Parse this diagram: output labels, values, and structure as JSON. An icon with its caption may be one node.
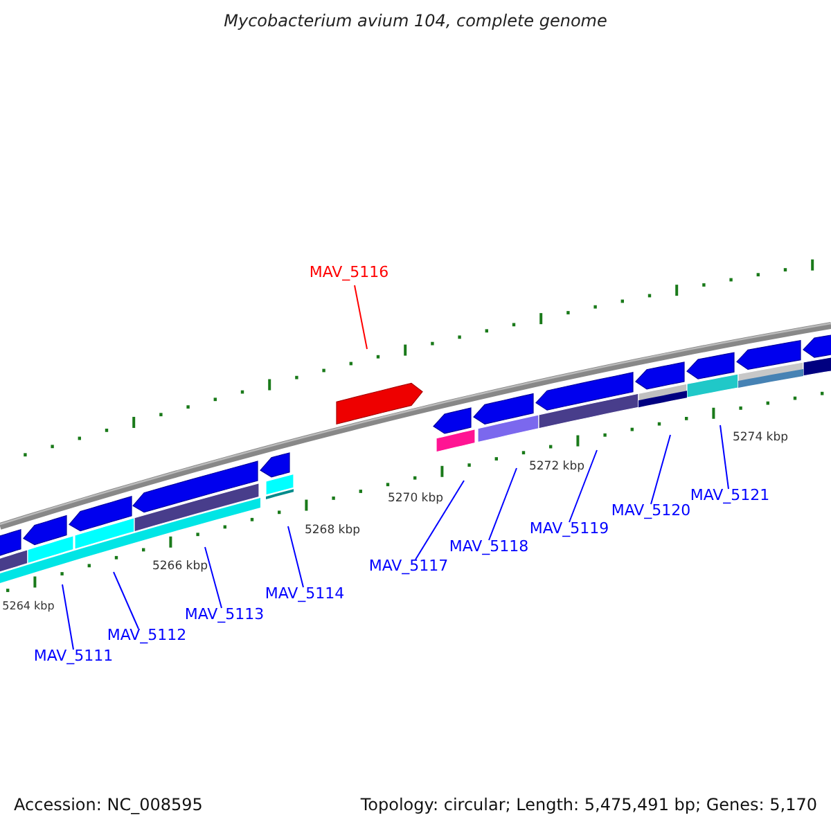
{
  "diagram": {
    "title": "Mycobacterium avium 104, complete genome",
    "nodes": [
      {
        "text": [
          "MAV_5116"
        ]
      },
      {
        "text": [
          "MAV_5111"
        ]
      },
      {
        "text": [
          "MAV_5112"
        ]
      },
      {
        "text": [
          "MAV_5113"
        ]
      },
      {
        "text": [
          "MAV_5114"
        ]
      },
      {
        "text": [
          "MAV_5117"
        ]
      },
      {
        "text": [
          "MAV_5118"
        ]
      },
      {
        "text": [
          "MAV_5119"
        ]
      },
      {
        "text": [
          "MAV_5120"
        ]
      },
      {
        "text": [
          "MAV_5121"
        ]
      }
    ],
    "edges": [
      {
        "from": 0,
        "to": null,
        "arrow": "none",
        "color": "#ff0000"
      },
      {
        "from": 1,
        "to": null,
        "arrow": "none"
      },
      {
        "from": 2,
        "to": null,
        "arrow": "none"
      },
      {
        "from": 3,
        "to": null,
        "arrow": "none"
      },
      {
        "from": 4,
        "to": null,
        "arrow": "none"
      },
      {
        "from": 5,
        "to": null,
        "arrow": "none"
      },
      {
        "from": 6,
        "to": null,
        "arrow": "none"
      },
      {
        "from": 7,
        "to": null,
        "arrow": "none"
      },
      {
        "from": 8,
        "to": null,
        "arrow": "none"
      },
      {
        "from": 9,
        "to": null,
        "arrow": "none"
      }
    ],
    "labels": [
      "5264 kbp",
      "5266 kbp",
      "5268 kbp",
      "5270 kbp",
      "5272 kbp",
      "5274 kbp",
      "Accession: NC_008595",
      "Topology: circular; Length: 5,475,491 bp; Genes: 5,170"
    ]
  }
}
